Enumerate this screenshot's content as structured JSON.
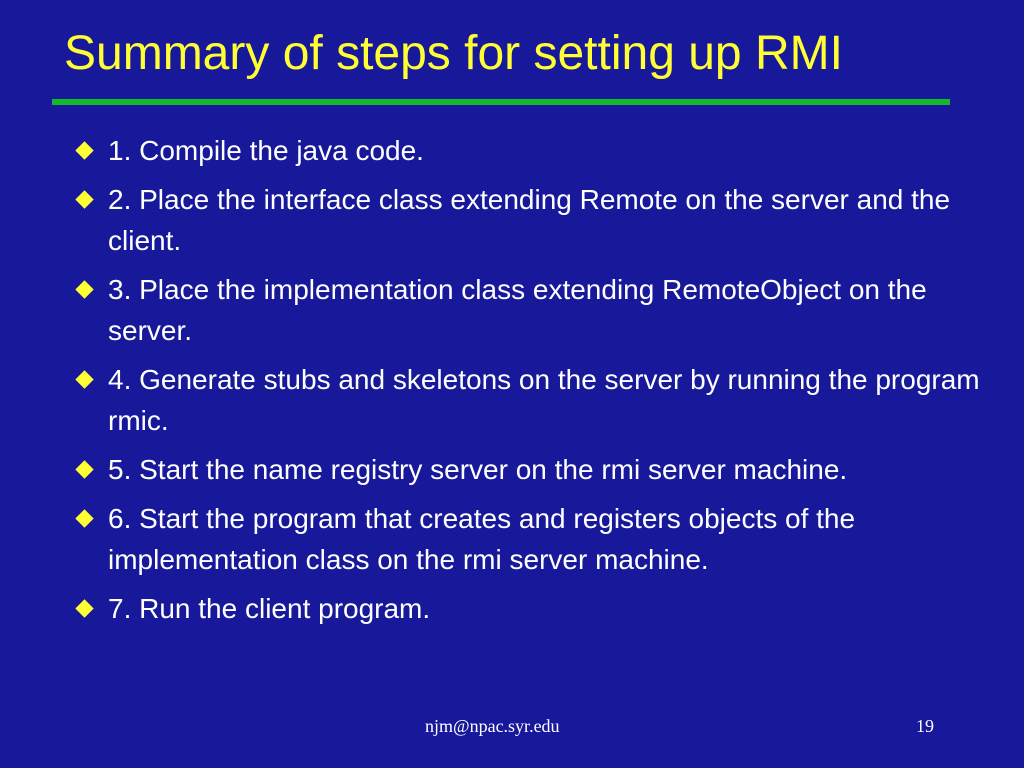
{
  "slide": {
    "title": "Summary of steps for setting up RMI",
    "bullets": [
      "1.  Compile the java code.",
      "2.  Place the interface class extending Remote on the server and the client.",
      "3.  Place the implementation class extending RemoteObject on the server.",
      "4.  Generate stubs and skeletons on the server by running the program rmic.",
      "5.  Start the name registry server on the rmi server machine.",
      "6.  Start the program that creates and registers objects of the implementation class on the rmi server machine.",
      "7.  Run the client program."
    ],
    "footer": {
      "email": "njm@npac.syr.edu",
      "page_number": "19"
    }
  },
  "colors": {
    "background": "#17199a",
    "title": "#ffff33",
    "rule": "#13b82b",
    "bullet_marker": "#ffff33",
    "text": "#ffffff"
  },
  "icons": {
    "bullet_marker": "diamond-bullet-icon"
  }
}
